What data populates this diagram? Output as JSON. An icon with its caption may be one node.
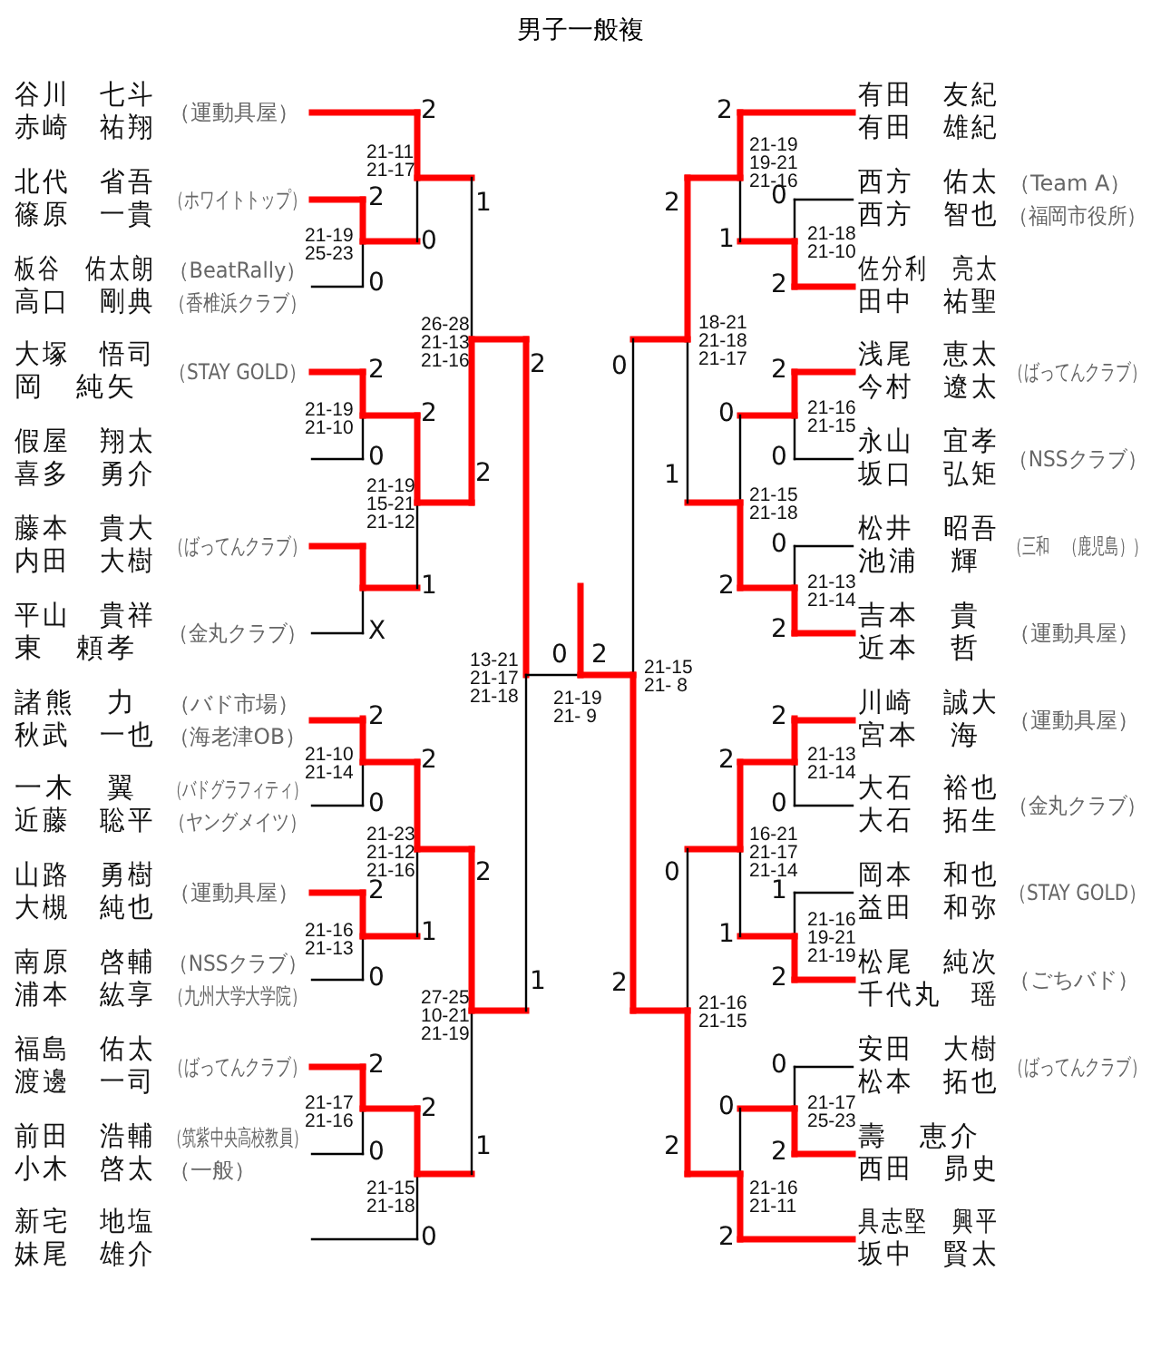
{
  "diagram": {
    "title": "男子一般複",
    "nodes": [
      {
        "text": [
          "谷川　七斗",
          "赤崎　祐翔"
        ],
        "beside": [
          "（運動具屋）"
        ]
      },
      {
        "text": [
          "北代　省吾",
          "篠原　一貴"
        ],
        "beside": [
          "（ホワイトトップ）"
        ]
      },
      {
        "text": [
          "板谷　佑太朗",
          "高口　剛典"
        ],
        "beside": [
          "（BeatRally）",
          "（香椎浜クラブ）"
        ]
      },
      {
        "text": [
          "大塚　悟司",
          "岡　純矢"
        ],
        "beside": [
          "（STAY GOLD）"
        ]
      },
      {
        "text": [
          "假屋　翔太",
          "喜多　勇介"
        ]
      },
      {
        "text": [
          "藤本　貴大",
          "内田　大樹"
        ],
        "beside": [
          "（ばってんクラブ）"
        ]
      },
      {
        "text": [
          "平山　貴祥",
          "東　頼孝"
        ],
        "beside": [
          "（金丸クラブ）"
        ]
      },
      {
        "text": [
          "諸熊　力",
          "秋武　一也"
        ],
        "beside": [
          "（バド市場）",
          "（海老津OB）"
        ]
      },
      {
        "text": [
          "一木　翼",
          "近藤　聡平"
        ],
        "beside": [
          "（バドグラフィティ）",
          "（ヤングメイツ）"
        ]
      },
      {
        "text": [
          "山路　勇樹",
          "大槻　純也"
        ],
        "beside": [
          "（運動具屋）"
        ]
      },
      {
        "text": [
          "南原　啓輔",
          "浦本　紘享"
        ],
        "beside": [
          "（NSSクラブ）",
          "（九州大学大学院）"
        ]
      },
      {
        "text": [
          "福島　佑太",
          "渡邊　一司"
        ],
        "beside": [
          "（ばってんクラブ）"
        ]
      },
      {
        "text": [
          "前田　浩輔",
          "小木　啓太"
        ],
        "beside": [
          "（筑紫中央高校教員）",
          "（一般）"
        ]
      },
      {
        "text": [
          "新宅　地塩",
          "妹尾　雄介"
        ]
      },
      {
        "text": [
          "有田　友紀",
          "有田　雄紀"
        ]
      },
      {
        "text": [
          "西方　佑太",
          "西方　智也"
        ],
        "beside": [
          "（Team A）",
          "（福岡市役所）"
        ]
      },
      {
        "text": [
          "佐分利　亮太",
          "田中　祐聖"
        ]
      },
      {
        "text": [
          "浅尾　恵太",
          "今村　遼太"
        ],
        "beside": [
          "（ばってんクラブ）"
        ]
      },
      {
        "text": [
          "永山　宜孝",
          "坂口　弘矩"
        ],
        "beside": [
          "（NSSクラブ）"
        ]
      },
      {
        "text": [
          "松井　昭吾",
          "池浦　輝"
        ],
        "beside": [
          "（三和　（鹿児島））"
        ]
      },
      {
        "text": [
          "吉本　貴",
          "近本　哲"
        ],
        "beside": [
          "（運動具屋）"
        ]
      },
      {
        "text": [
          "川崎　誠大",
          "宮本　海"
        ],
        "beside": [
          "（運動具屋）"
        ]
      },
      {
        "text": [
          "大石　裕也",
          "大石　拓生"
        ],
        "beside": [
          "（金丸クラブ）"
        ]
      },
      {
        "text": [
          "岡本　和也",
          "益田　和弥"
        ],
        "beside": [
          "（STAY GOLD）"
        ]
      },
      {
        "text": [
          "松尾　純次",
          "千代丸　瑶"
        ],
        "beside": [
          "（ごちバド）"
        ]
      },
      {
        "text": [
          "安田　大樹",
          "松本　拓也"
        ],
        "beside": [
          "（ばってんクラブ）"
        ]
      },
      {
        "text": [
          "壽　恵介",
          "西田　昴史"
        ]
      },
      {
        "text": [
          "具志堅　興平",
          "坂中　賢太"
        ]
      }
    ],
    "labels": [
      "2",
      "21-11 21-17",
      "2",
      "21-19 25-23",
      "1",
      "0",
      "0",
      "26-28 21-13 21-16",
      "2",
      "2",
      "21-19 21-10",
      "2",
      "0",
      "2",
      "21-19 15-21 21-12",
      "1",
      "X",
      "13-21 21-17 21-18",
      "2",
      "21-10 21-14",
      "2",
      "0",
      "21-23 21-12 21-16",
      "2",
      "2",
      "21-16 21-13",
      "1",
      "0",
      "1",
      "27-25 10-21 21-19",
      "2",
      "21-17 21-16",
      "2",
      "1",
      "0",
      "21-15 21-18",
      "0",
      "0",
      "2",
      "21-19 21- 9",
      "2",
      "21-19 19-21 21-16",
      "2",
      "0",
      "21-18 21-10",
      "1",
      "2",
      "18-21 21-18 21-17",
      "0",
      "2",
      "21-16 21-15",
      "0",
      "0",
      "1",
      "21-15 21-18",
      "0",
      "21-13 21-14",
      "2",
      "2",
      "21-15 21- 8",
      "2",
      "21-13 21-14",
      "2",
      "0",
      "16-21 21-17 21-14",
      "0",
      "1",
      "21-16 19-21 21-19",
      "1",
      "2",
      "2",
      "21-16 21-15",
      "0",
      "21-17 25-23",
      "0",
      "2",
      "2",
      "21-16 21-11",
      "2"
    ]
  }
}
